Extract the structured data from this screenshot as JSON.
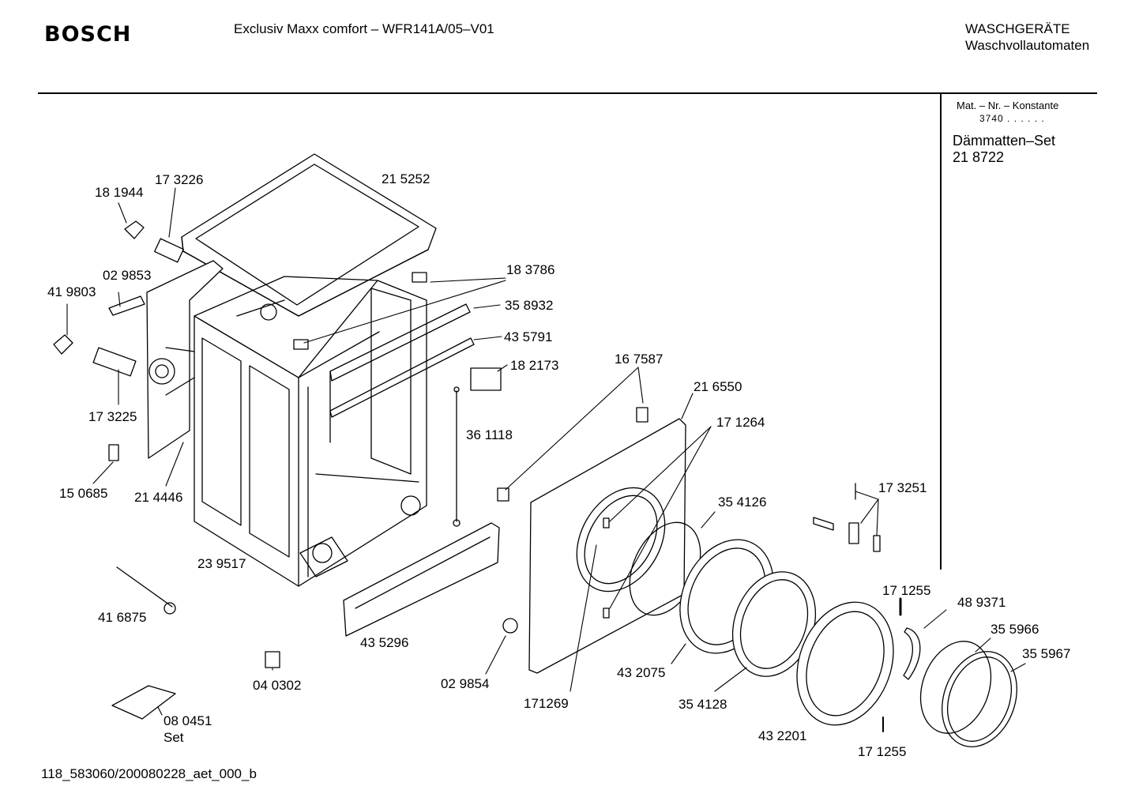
{
  "header": {
    "brand": "BOSCH",
    "model": "Exclusiv Maxx comfort – WFR141A/05–V01",
    "category_line1": "WASCHGERÄTE",
    "category_line2": "Waschvollautomaten"
  },
  "sidebar": {
    "heading": "Mat. – Nr. – Konstante",
    "constant": "3740 . . . . . .",
    "set_name": "Dämmatten–Set",
    "set_number": "21 8722"
  },
  "part_labels": [
    {
      "id": "p181944",
      "text": "18 1944"
    },
    {
      "id": "p173226",
      "text": "17 3226"
    },
    {
      "id": "p215252",
      "text": "21 5252"
    },
    {
      "id": "p029853",
      "text": "02 9853"
    },
    {
      "id": "p419803",
      "text": "41 9803"
    },
    {
      "id": "p183786",
      "text": "18 3786"
    },
    {
      "id": "p358932",
      "text": "35 8932"
    },
    {
      "id": "p435791",
      "text": "43 5791"
    },
    {
      "id": "p182173",
      "text": "18 2173"
    },
    {
      "id": "p173225",
      "text": "17 3225"
    },
    {
      "id": "p167587",
      "text": "16 7587"
    },
    {
      "id": "p216550",
      "text": "21 6550"
    },
    {
      "id": "p361118",
      "text": "36 1118"
    },
    {
      "id": "p171264",
      "text": "17 1264"
    },
    {
      "id": "p150685",
      "text": "15 0685"
    },
    {
      "id": "p214446",
      "text": "21 4446"
    },
    {
      "id": "p173251",
      "text": "17 3251"
    },
    {
      "id": "p354126",
      "text": "35 4126"
    },
    {
      "id": "p239517",
      "text": "23 9517"
    },
    {
      "id": "p171255a",
      "text": "17 1255"
    },
    {
      "id": "p489371",
      "text": "48 9371"
    },
    {
      "id": "p416875",
      "text": "41 6875"
    },
    {
      "id": "p355966",
      "text": "35 5966"
    },
    {
      "id": "p355967",
      "text": "35 5967"
    },
    {
      "id": "p435296",
      "text": "43 5296"
    },
    {
      "id": "p432075",
      "text": "43 2075"
    },
    {
      "id": "p040302",
      "text": "04 0302"
    },
    {
      "id": "p029854",
      "text": "02 9854"
    },
    {
      "id": "p171269",
      "text": "171269"
    },
    {
      "id": "p354128",
      "text": "35 4128"
    },
    {
      "id": "p080451",
      "text": "08 0451"
    },
    {
      "id": "pset",
      "text": "Set"
    },
    {
      "id": "p432201",
      "text": "43 2201"
    },
    {
      "id": "p171255b",
      "text": "17 1255"
    }
  ],
  "footer": {
    "code": "118_583060/200080228_aet_000_b"
  }
}
